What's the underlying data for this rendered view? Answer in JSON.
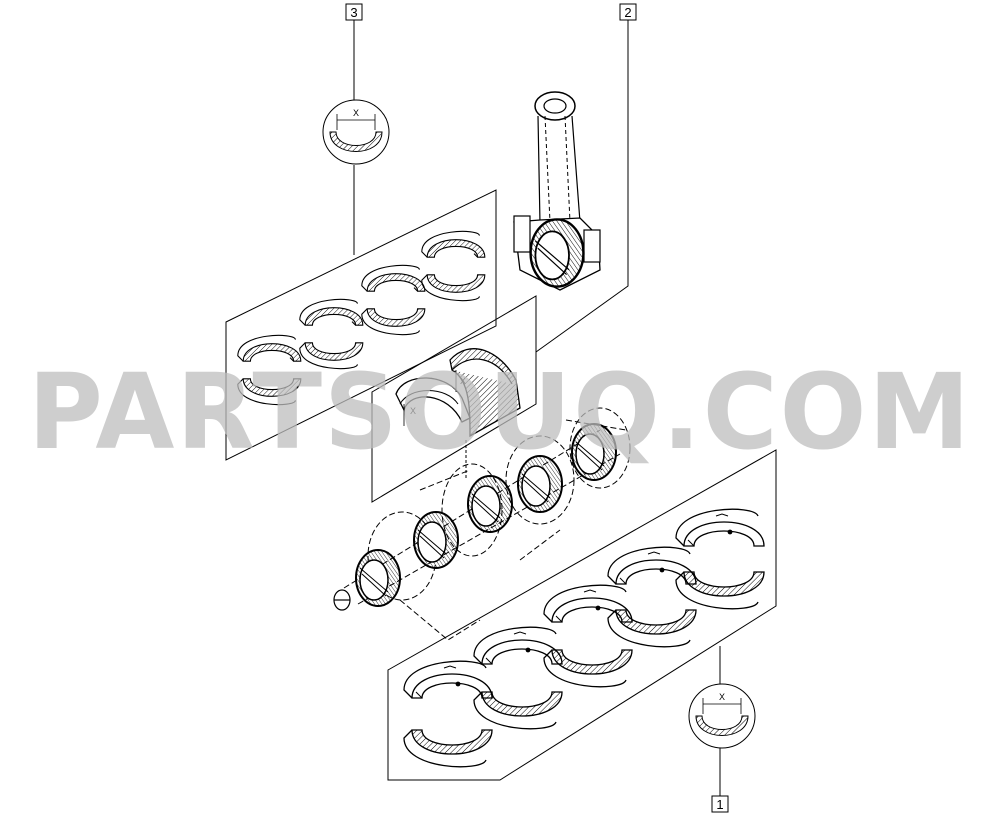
{
  "watermark": {
    "text": "PARTSOUQ.COM"
  },
  "callouts": [
    {
      "number": "3",
      "dimension_mark": "X"
    },
    {
      "number": "2",
      "dimension_mark": "X"
    },
    {
      "number": "1",
      "dimension_mark": "X"
    }
  ],
  "parts": {
    "upper_panel": "connecting-rod-bearing-shells",
    "middle_panel": "thrust-washers",
    "lower_panel": "main-bearing-shells",
    "center": "crankshaft",
    "top_right": "connecting-rod"
  }
}
